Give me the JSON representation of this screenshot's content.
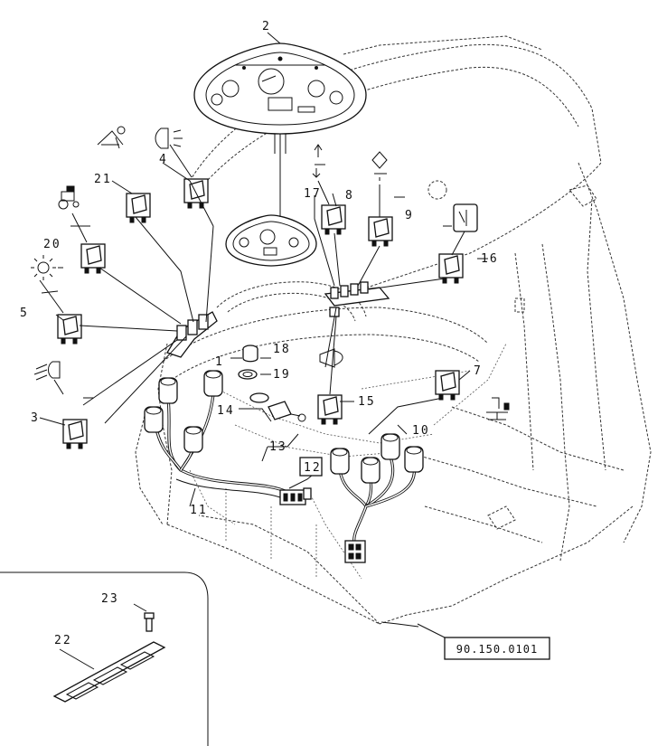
{
  "callouts": {
    "c1": "1",
    "c2": "2",
    "c3": "3",
    "c4": "4",
    "c5": "5",
    "c7": "7",
    "c8": "8",
    "c9": "9",
    "c10": "10",
    "c11": "11",
    "c12": "12",
    "c13": "13",
    "c14": "14",
    "c15": "15",
    "c16": "16",
    "c17": "17",
    "c18": "18",
    "c19": "19",
    "c20": "20",
    "c21": "21",
    "c22": "22",
    "c23": "23"
  },
  "reference": "90.150.0101",
  "icons": [
    "wiper-washer-icon",
    "work-light-icon",
    "tractor-icon",
    "beacon-icon",
    "headlight-icon",
    "hazard-icon",
    "rear-wiper-icon",
    "horn-icon",
    "seat-icon"
  ]
}
